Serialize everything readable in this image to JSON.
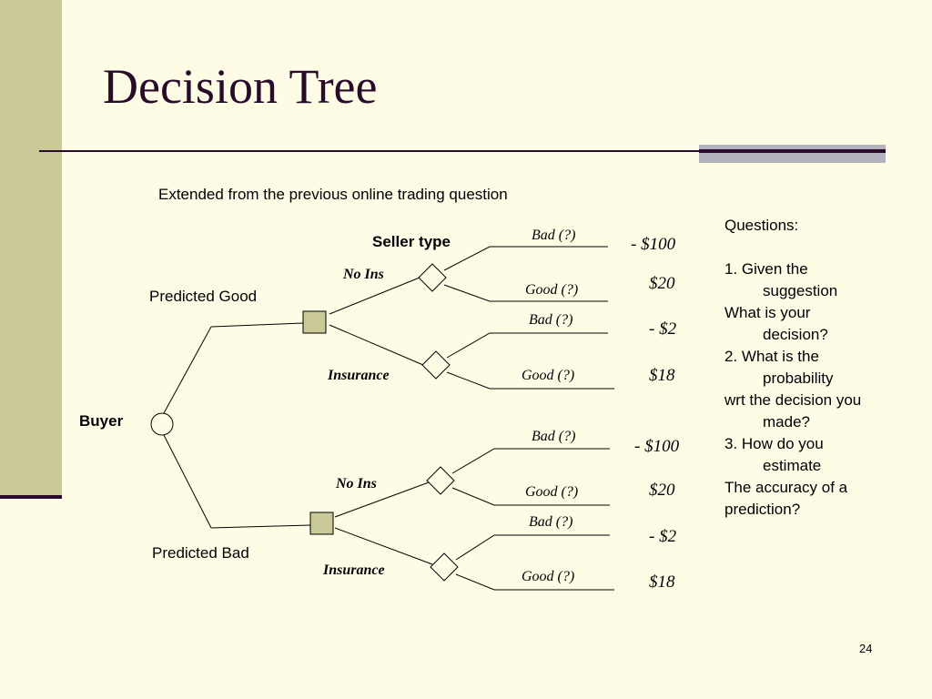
{
  "slide": {
    "title": "Decision Tree",
    "subtitle": "Extended from the previous online trading question",
    "page_number": "24"
  },
  "tree": {
    "root_label": "Buyer",
    "branch_header": "Seller type",
    "top_branch": {
      "label": "Predicted Good",
      "options": [
        {
          "label": "No Ins",
          "outcomes": [
            {
              "label": "Bad (?)",
              "payoff": "- $100"
            },
            {
              "label": "Good (?)",
              "payoff": "$20"
            }
          ]
        },
        {
          "label": "Insurance",
          "outcomes": [
            {
              "label": "Bad (?)",
              "payoff": "- $2"
            },
            {
              "label": "Good (?)",
              "payoff": "$18"
            }
          ]
        }
      ]
    },
    "bottom_branch": {
      "label": "Predicted Bad",
      "options": [
        {
          "label": "No Ins",
          "outcomes": [
            {
              "label": "Bad (?)",
              "payoff": "- $100"
            },
            {
              "label": "Good (?)",
              "payoff": "$20"
            }
          ]
        },
        {
          "label": "Insurance",
          "outcomes": [
            {
              "label": "Bad (?)",
              "payoff": "- $2"
            },
            {
              "label": "Good (?)",
              "payoff": "$18"
            }
          ]
        }
      ]
    }
  },
  "questions": {
    "heading": "Questions:",
    "items": [
      {
        "first": "1. Given the",
        "hang": "suggestion"
      },
      {
        "first": "What is your",
        "hang": "decision?"
      },
      {
        "first": "2. What is the",
        "hang": "probability"
      },
      {
        "first": "wrt the decision you",
        "hang": "made?"
      },
      {
        "first": "3. How do you",
        "hang": "estimate"
      },
      {
        "first": "The accuracy of a",
        "hang": ""
      },
      {
        "first": "prediction?",
        "hang": ""
      }
    ]
  },
  "colors": {
    "background": "#FFFCE6",
    "sidebar": "#CACA99",
    "accent_dark": "#2A0A2A",
    "node_fill": "#CACA99"
  }
}
